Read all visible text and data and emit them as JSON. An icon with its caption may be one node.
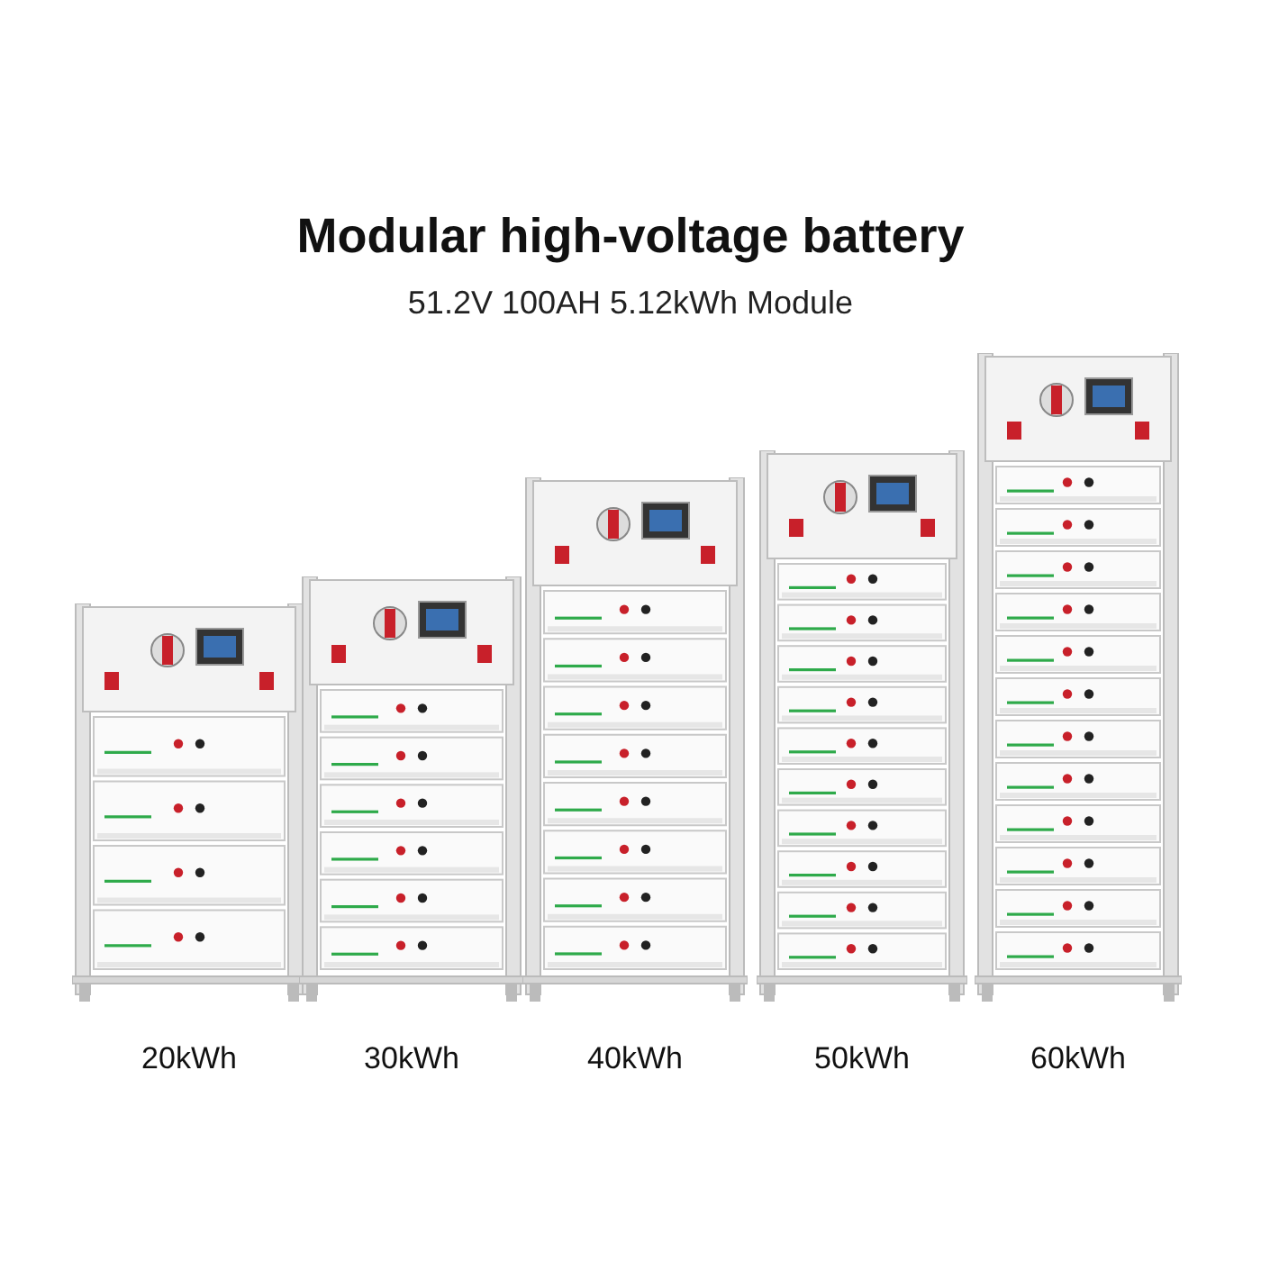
{
  "diagram": {
    "title": "Modular high-voltage battery",
    "caption": "51.2V 100AH 5.12kWh Module",
    "nodes": [
      {
        "text": [],
        "shape": "picture",
        "beside": [
          "20kWh"
        ]
      },
      {
        "text": [],
        "shape": "picture",
        "beside": [
          "30kWh"
        ]
      },
      {
        "text": [],
        "shape": "picture",
        "beside": [
          "40kWh"
        ]
      },
      {
        "text": [],
        "shape": "picture",
        "beside": [
          "50kWh"
        ]
      },
      {
        "text": [],
        "shape": "picture",
        "beside": [
          "60kWh"
        ]
      }
    ]
  }
}
